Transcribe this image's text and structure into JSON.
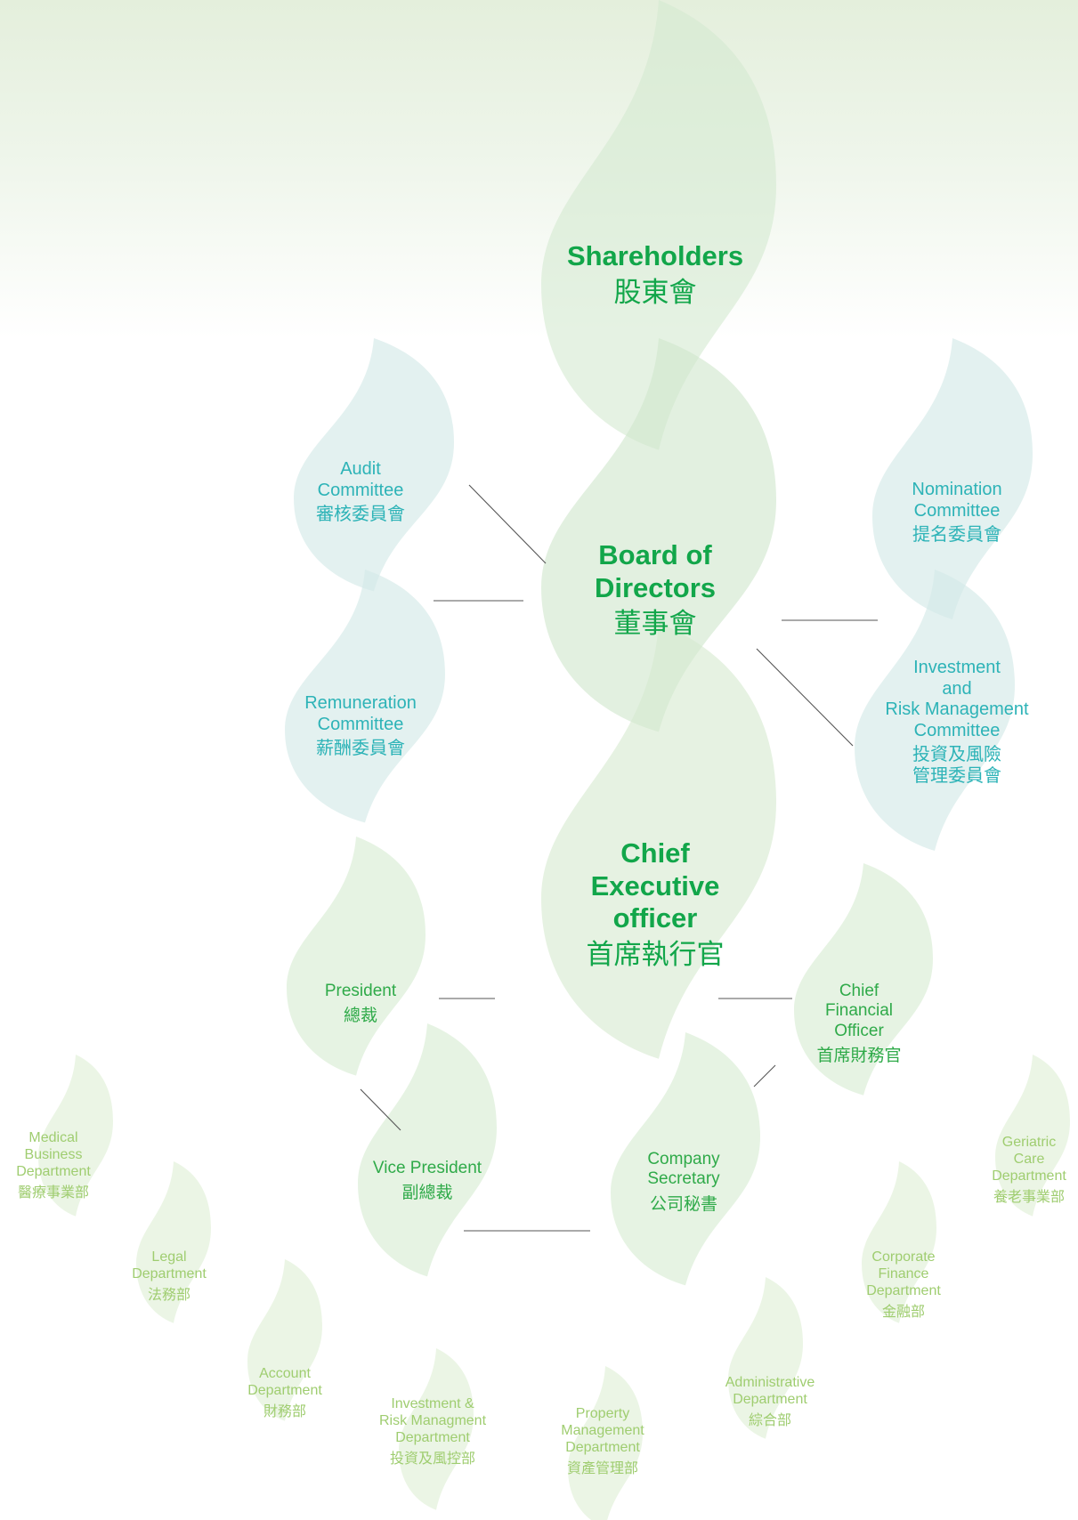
{
  "colors": {
    "major_text": "#12a64a",
    "committee_text": "#2db3b7",
    "exec_text": "#2faa49",
    "dept_text": "#9fcd70",
    "connector": "#555555"
  },
  "org_chart": {
    "shareholders": {
      "en": "Shareholders",
      "zh": "股東會"
    },
    "board": {
      "en_line1": "Board of",
      "en_line2": "Directors",
      "zh": "董事會"
    },
    "ceo": {
      "en_line1": "Chief",
      "en_line2": "Executive",
      "en_line3": "officer",
      "zh": "首席執行官"
    },
    "audit_committee": {
      "en_line1": "Audit",
      "en_line2": "Committee",
      "zh": "審核委員會"
    },
    "remuneration_committee": {
      "en_line1": "Remuneration",
      "en_line2": "Committee",
      "zh": "薪酬委員會"
    },
    "nomination_committee": {
      "en_line1": "Nomination",
      "en_line2": "Committee",
      "zh": "提名委員會"
    },
    "investment_risk_committee": {
      "en_line1": "Investment",
      "en_line2": "and",
      "en_line3": "Risk Management",
      "en_line4": "Committee",
      "zh_line1": "投資及風險",
      "zh_line2": "管理委員會"
    },
    "president": {
      "en": "President",
      "zh": "總裁"
    },
    "vice_president": {
      "en": "Vice President",
      "zh": "副總裁"
    },
    "cfo": {
      "en_line1": "Chief",
      "en_line2": "Financial",
      "en_line3": "Officer",
      "zh": "首席財務官"
    },
    "company_secretary": {
      "en_line1": "Company",
      "en_line2": "Secretary",
      "zh": "公司秘書"
    },
    "departments": {
      "medical_business": {
        "en_line1": "Medical",
        "en_line2": "Business",
        "en_line3": "Department",
        "zh": "醫療事業部"
      },
      "legal": {
        "en_line1": "Legal",
        "en_line2": "Department",
        "zh": "法務部"
      },
      "account": {
        "en_line1": "Account",
        "en_line2": "Department",
        "zh": "財務部"
      },
      "investment_risk": {
        "en_line1": "Investment &",
        "en_line2": "Risk Managment",
        "en_line3": "Department",
        "zh": "投資及風控部"
      },
      "property_management": {
        "en_line1": "Property",
        "en_line2": "Management",
        "en_line3": "Department",
        "zh": "資產管理部"
      },
      "administrative": {
        "en_line1": "Administrative",
        "en_line2": "Department",
        "zh": "綜合部"
      },
      "corporate_finance": {
        "en_line1": "Corporate",
        "en_line2": "Finance",
        "en_line3": "Department",
        "zh": "金融部"
      },
      "geriatric_care": {
        "en_line1": "Geriatric",
        "en_line2": "Care",
        "en_line3": "Department",
        "zh": "養老事業部"
      }
    }
  }
}
